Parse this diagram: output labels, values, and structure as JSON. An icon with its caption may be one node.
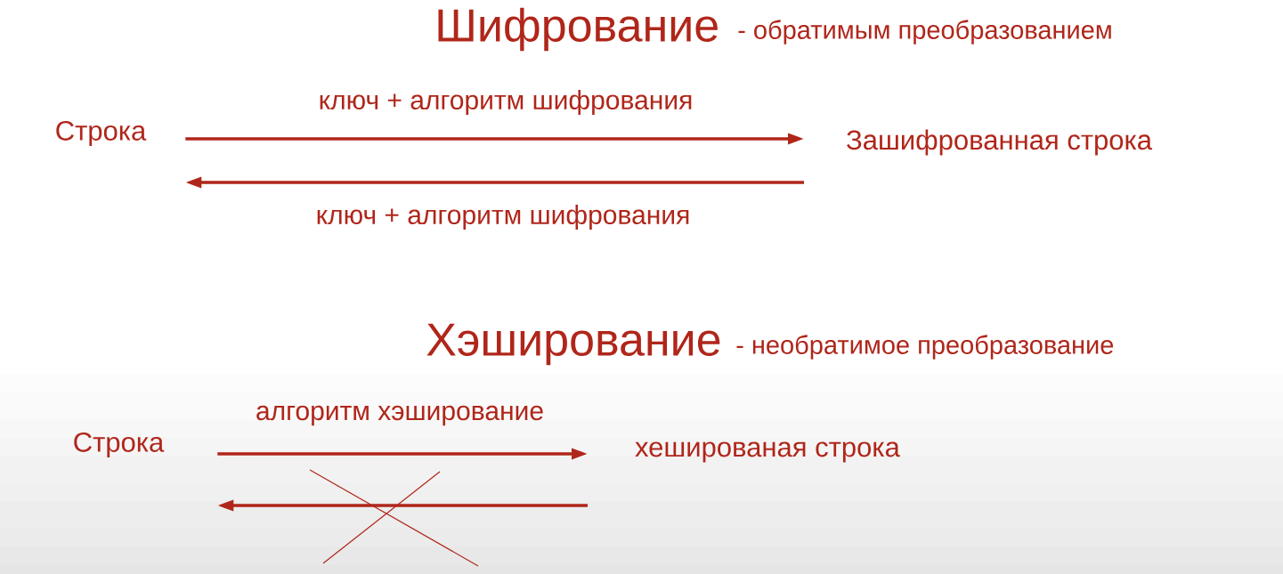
{
  "diagram": {
    "nodes": [
      {
        "text": [
          "Строка"
        ]
      },
      {
        "text": [
          "Зашифрованная строка"
        ]
      },
      {
        "text": [
          "Строка"
        ]
      },
      {
        "text": [
          "хешированая строка"
        ]
      }
    ],
    "edges": [
      {
        "from": 0,
        "to": 1,
        "arrow": "to",
        "label": "ключ + алгоритм шифрования"
      },
      {
        "from": 1,
        "to": 0,
        "arrow": "to",
        "label": "ключ + алгоритм шифрования"
      },
      {
        "from": 2,
        "to": 3,
        "arrow": "to",
        "label": "алгоритм хэширование"
      },
      {
        "from": 3,
        "to": 2,
        "arrow": "to"
      }
    ],
    "labels": [
      "Шифрование",
      "- обратимым преобразованием",
      "Хэширование",
      "- необратимое преобразование"
    ]
  }
}
